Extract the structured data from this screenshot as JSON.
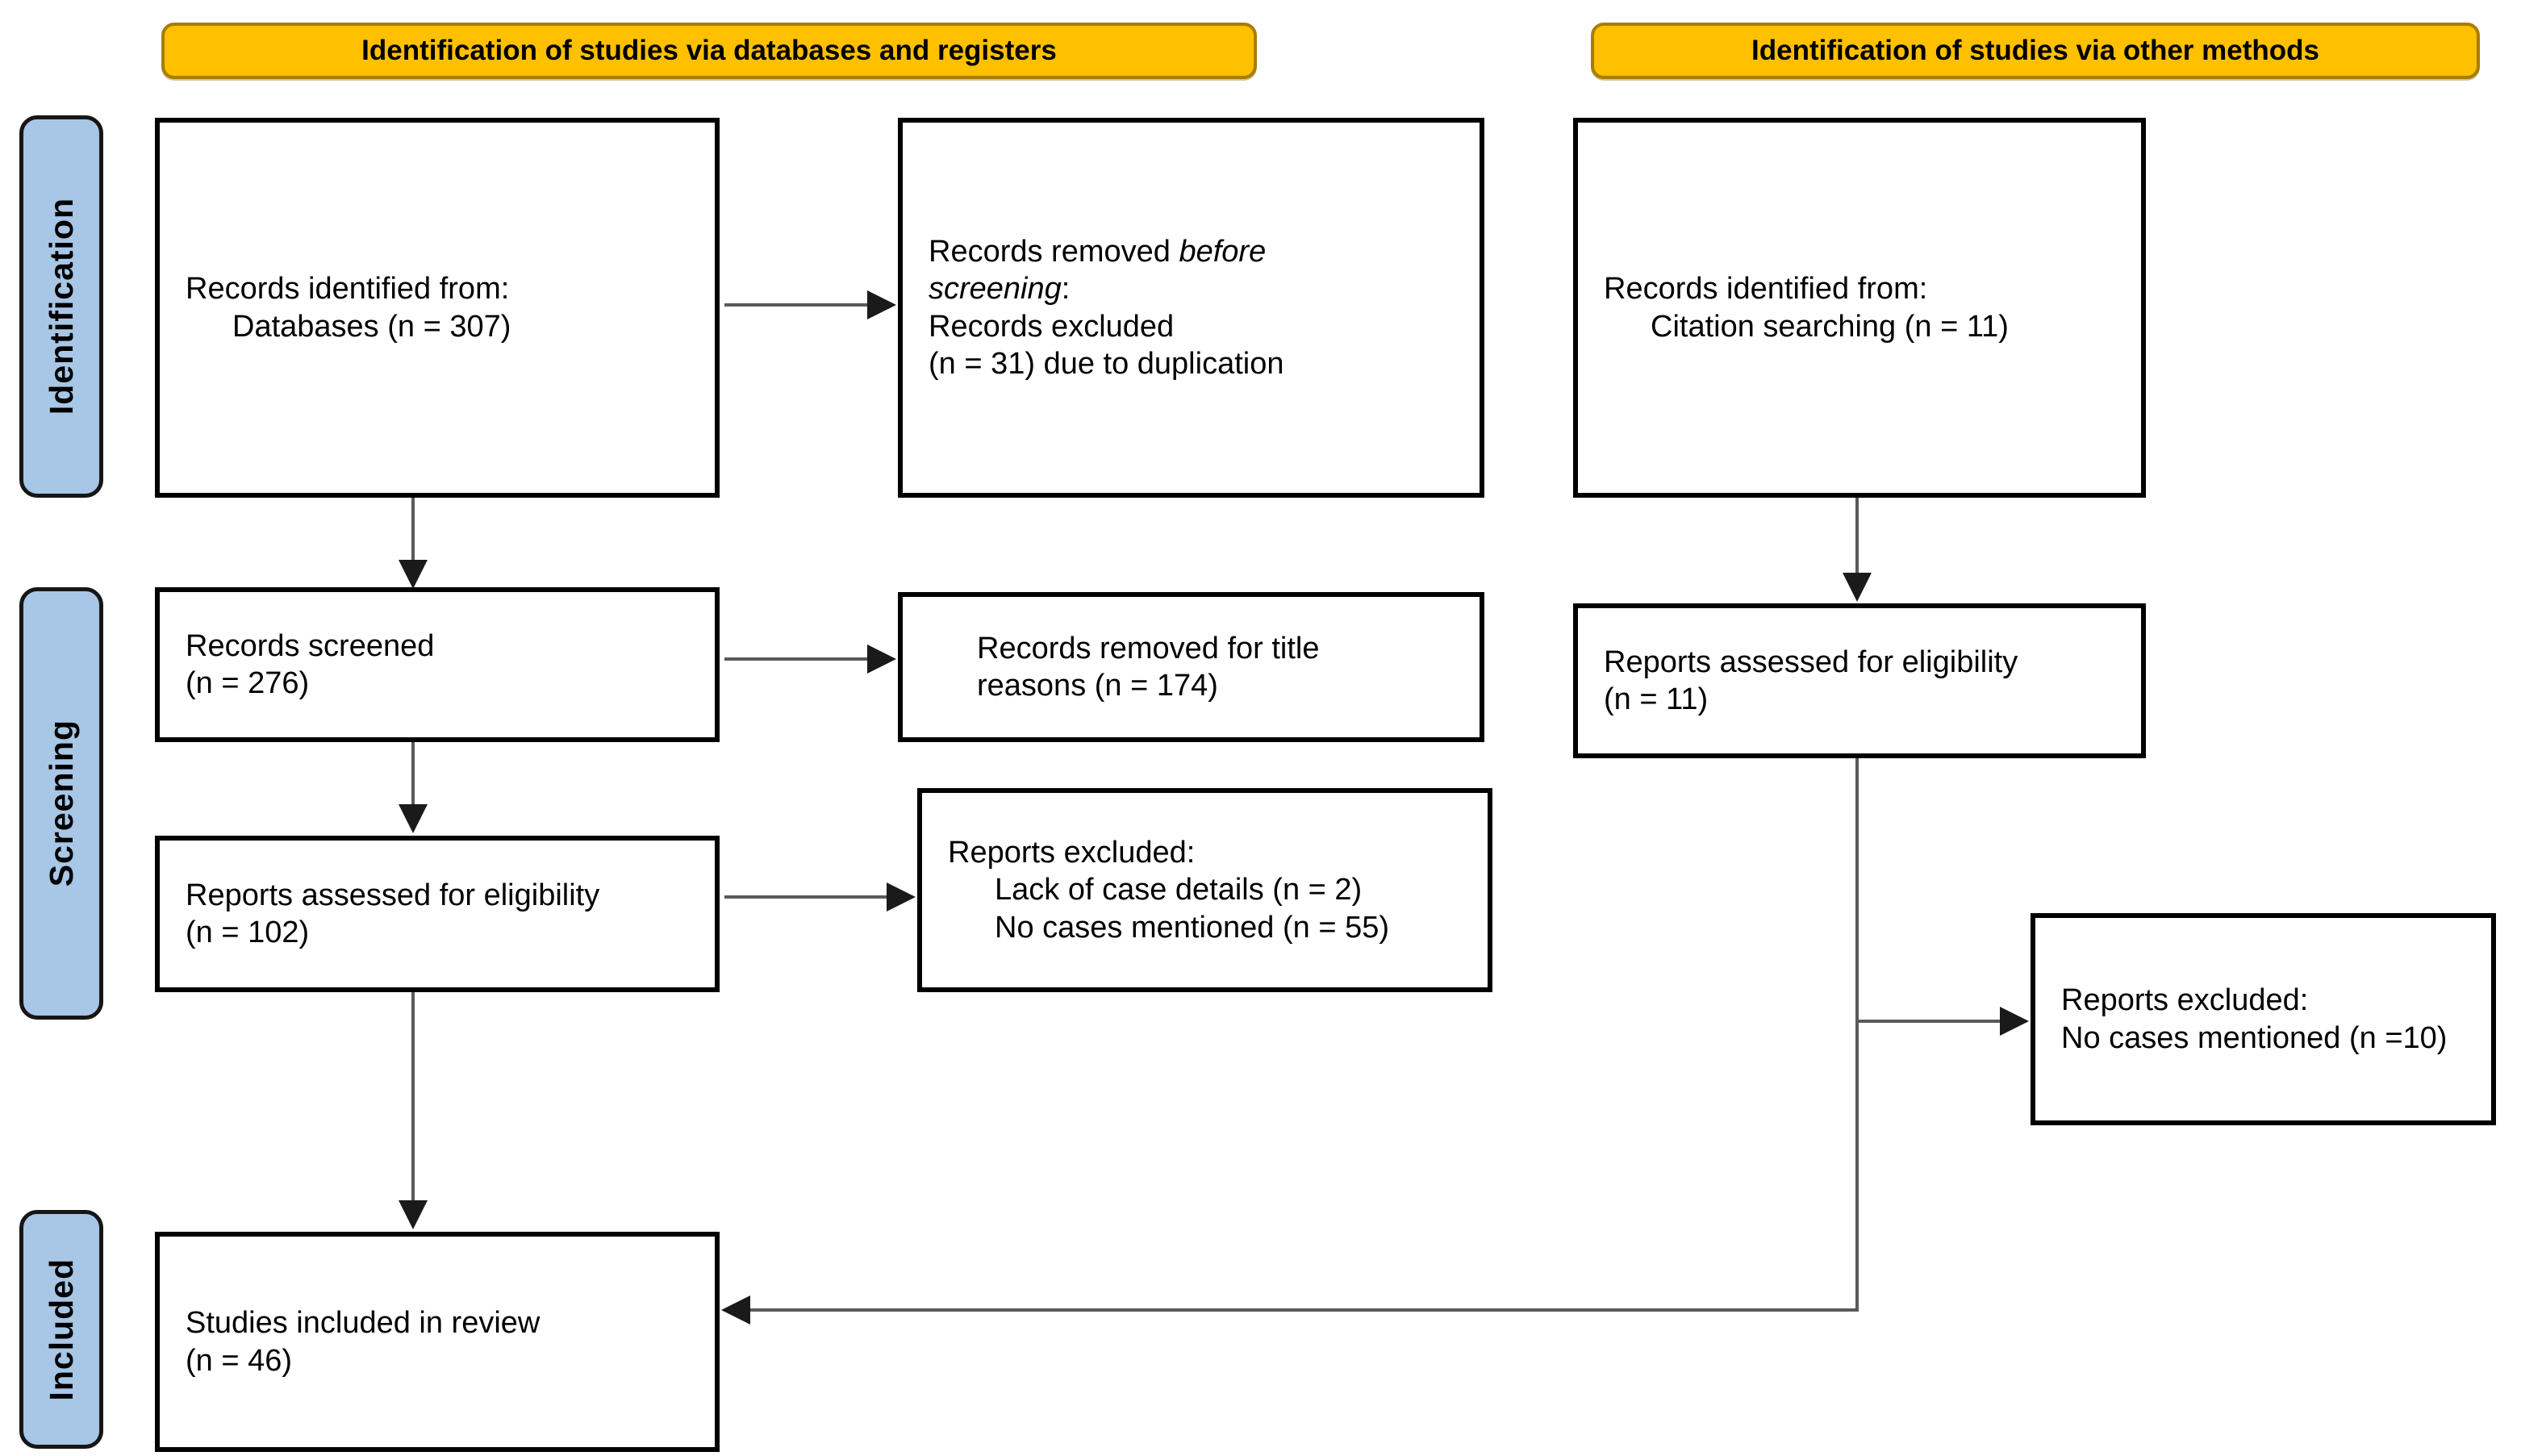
{
  "headers": {
    "databases": "Identification of studies via databases and registers",
    "other_methods": "Identification of studies via other methods"
  },
  "sidebar": {
    "identification": "Identification",
    "screening": "Screening",
    "included": "Included"
  },
  "colors": {
    "header_fill": "#FFC000",
    "header_border": "#A97D00",
    "sidebar_fill": "#A8C6E5",
    "box_border": "#000000",
    "connector_line": "#5A5A5A",
    "arrowhead": "#1A1A1A"
  },
  "boxes": {
    "records_identified": {
      "line1": "Records identified from:",
      "line2": "Databases (n = 307)"
    },
    "records_removed": {
      "line1_prefix": "Records removed ",
      "line1_italic": "before",
      "line2_italic": "screening",
      "line2_suffix": ":",
      "line3": "Records excluded",
      "line4": "(n = 31) due to duplication"
    },
    "citation_identified": {
      "line1": "Records identified from:",
      "line2": "Citation searching (n = 11)"
    },
    "records_screened": {
      "line1": "Records screened",
      "line2": "(n = 276)"
    },
    "title_removed": {
      "line1": "Records removed for title",
      "line2": "reasons (n = 174)"
    },
    "reports_assessed_left": {
      "line1": "Reports assessed for eligibility",
      "line2": "(n = 102)"
    },
    "reports_excluded_left": {
      "line1": "Reports excluded:",
      "line2": "Lack of case details (n = 2)",
      "line3": "No cases mentioned (n = 55)"
    },
    "reports_assessed_right": {
      "line1": "Reports assessed for eligibility",
      "line2": "(n = 11)"
    },
    "reports_excluded_right": {
      "line1": "Reports excluded:",
      "line2": "No cases mentioned (n =10)"
    },
    "studies_included": {
      "line1": "Studies included in review",
      "line2": "(n = 46)"
    }
  }
}
